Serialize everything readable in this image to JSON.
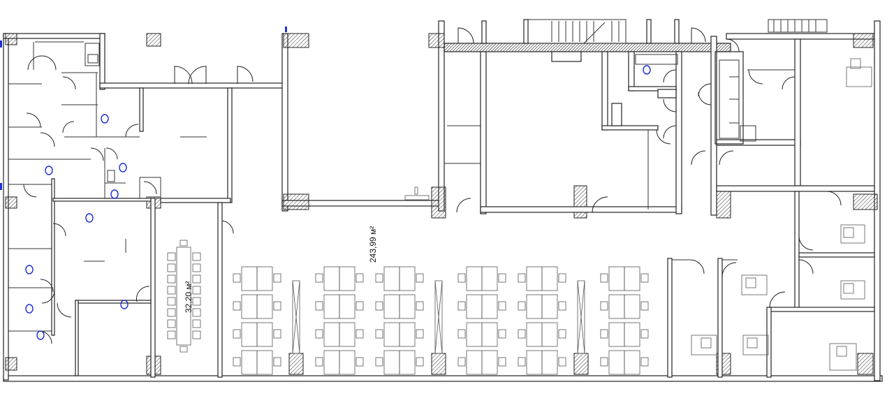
{
  "plan": {
    "areas": [
      {
        "id": "open-office",
        "label": "243,99 м²"
      },
      {
        "id": "meeting-room",
        "label": "32,20 м²"
      }
    ],
    "colors": {
      "wall": "#222222",
      "fixture": "#1d2fd8",
      "background": "#ffffff"
    },
    "icons": [
      "door-swing-icon",
      "desk-chair-icon",
      "column-icon",
      "outlet-icon"
    ]
  }
}
